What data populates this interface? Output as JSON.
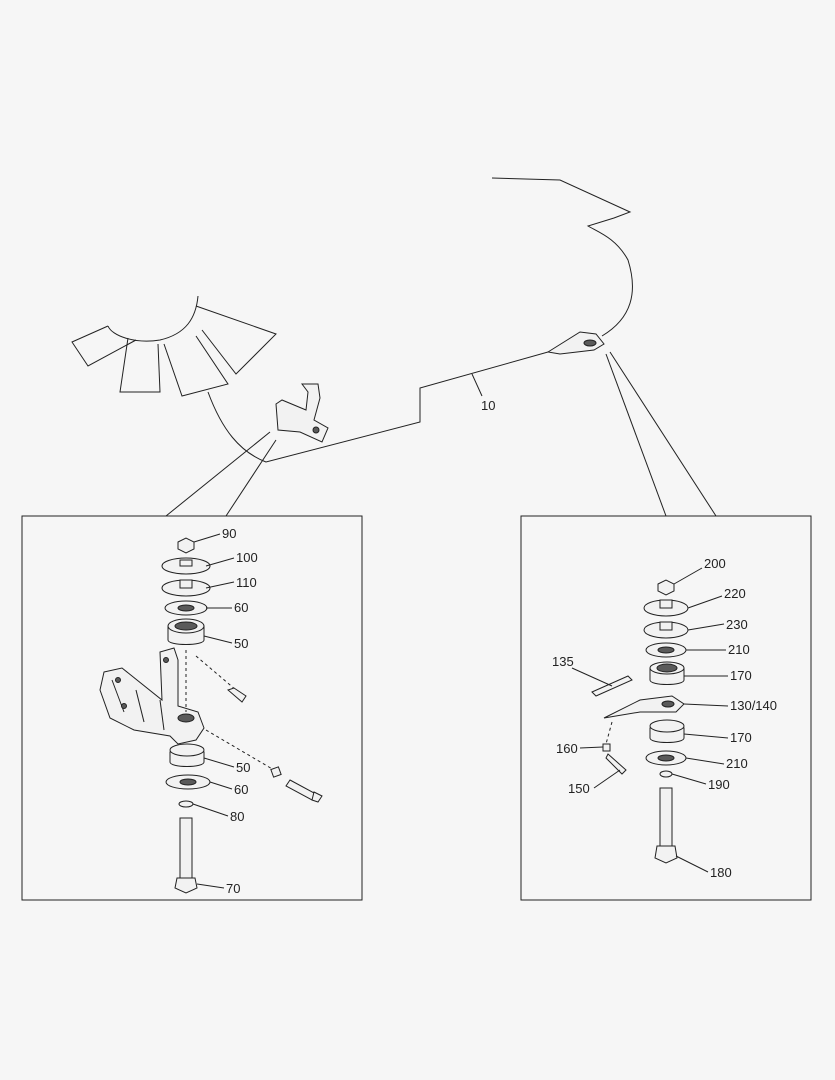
{
  "callouts": {
    "main": "10",
    "left": [
      "90",
      "100",
      "110",
      "60",
      "50",
      "50",
      "60",
      "80",
      "70"
    ],
    "right": [
      "200",
      "220",
      "230",
      "210",
      "170",
      "135",
      "130/140",
      "170",
      "160",
      "210",
      "190",
      "150",
      "180"
    ]
  }
}
